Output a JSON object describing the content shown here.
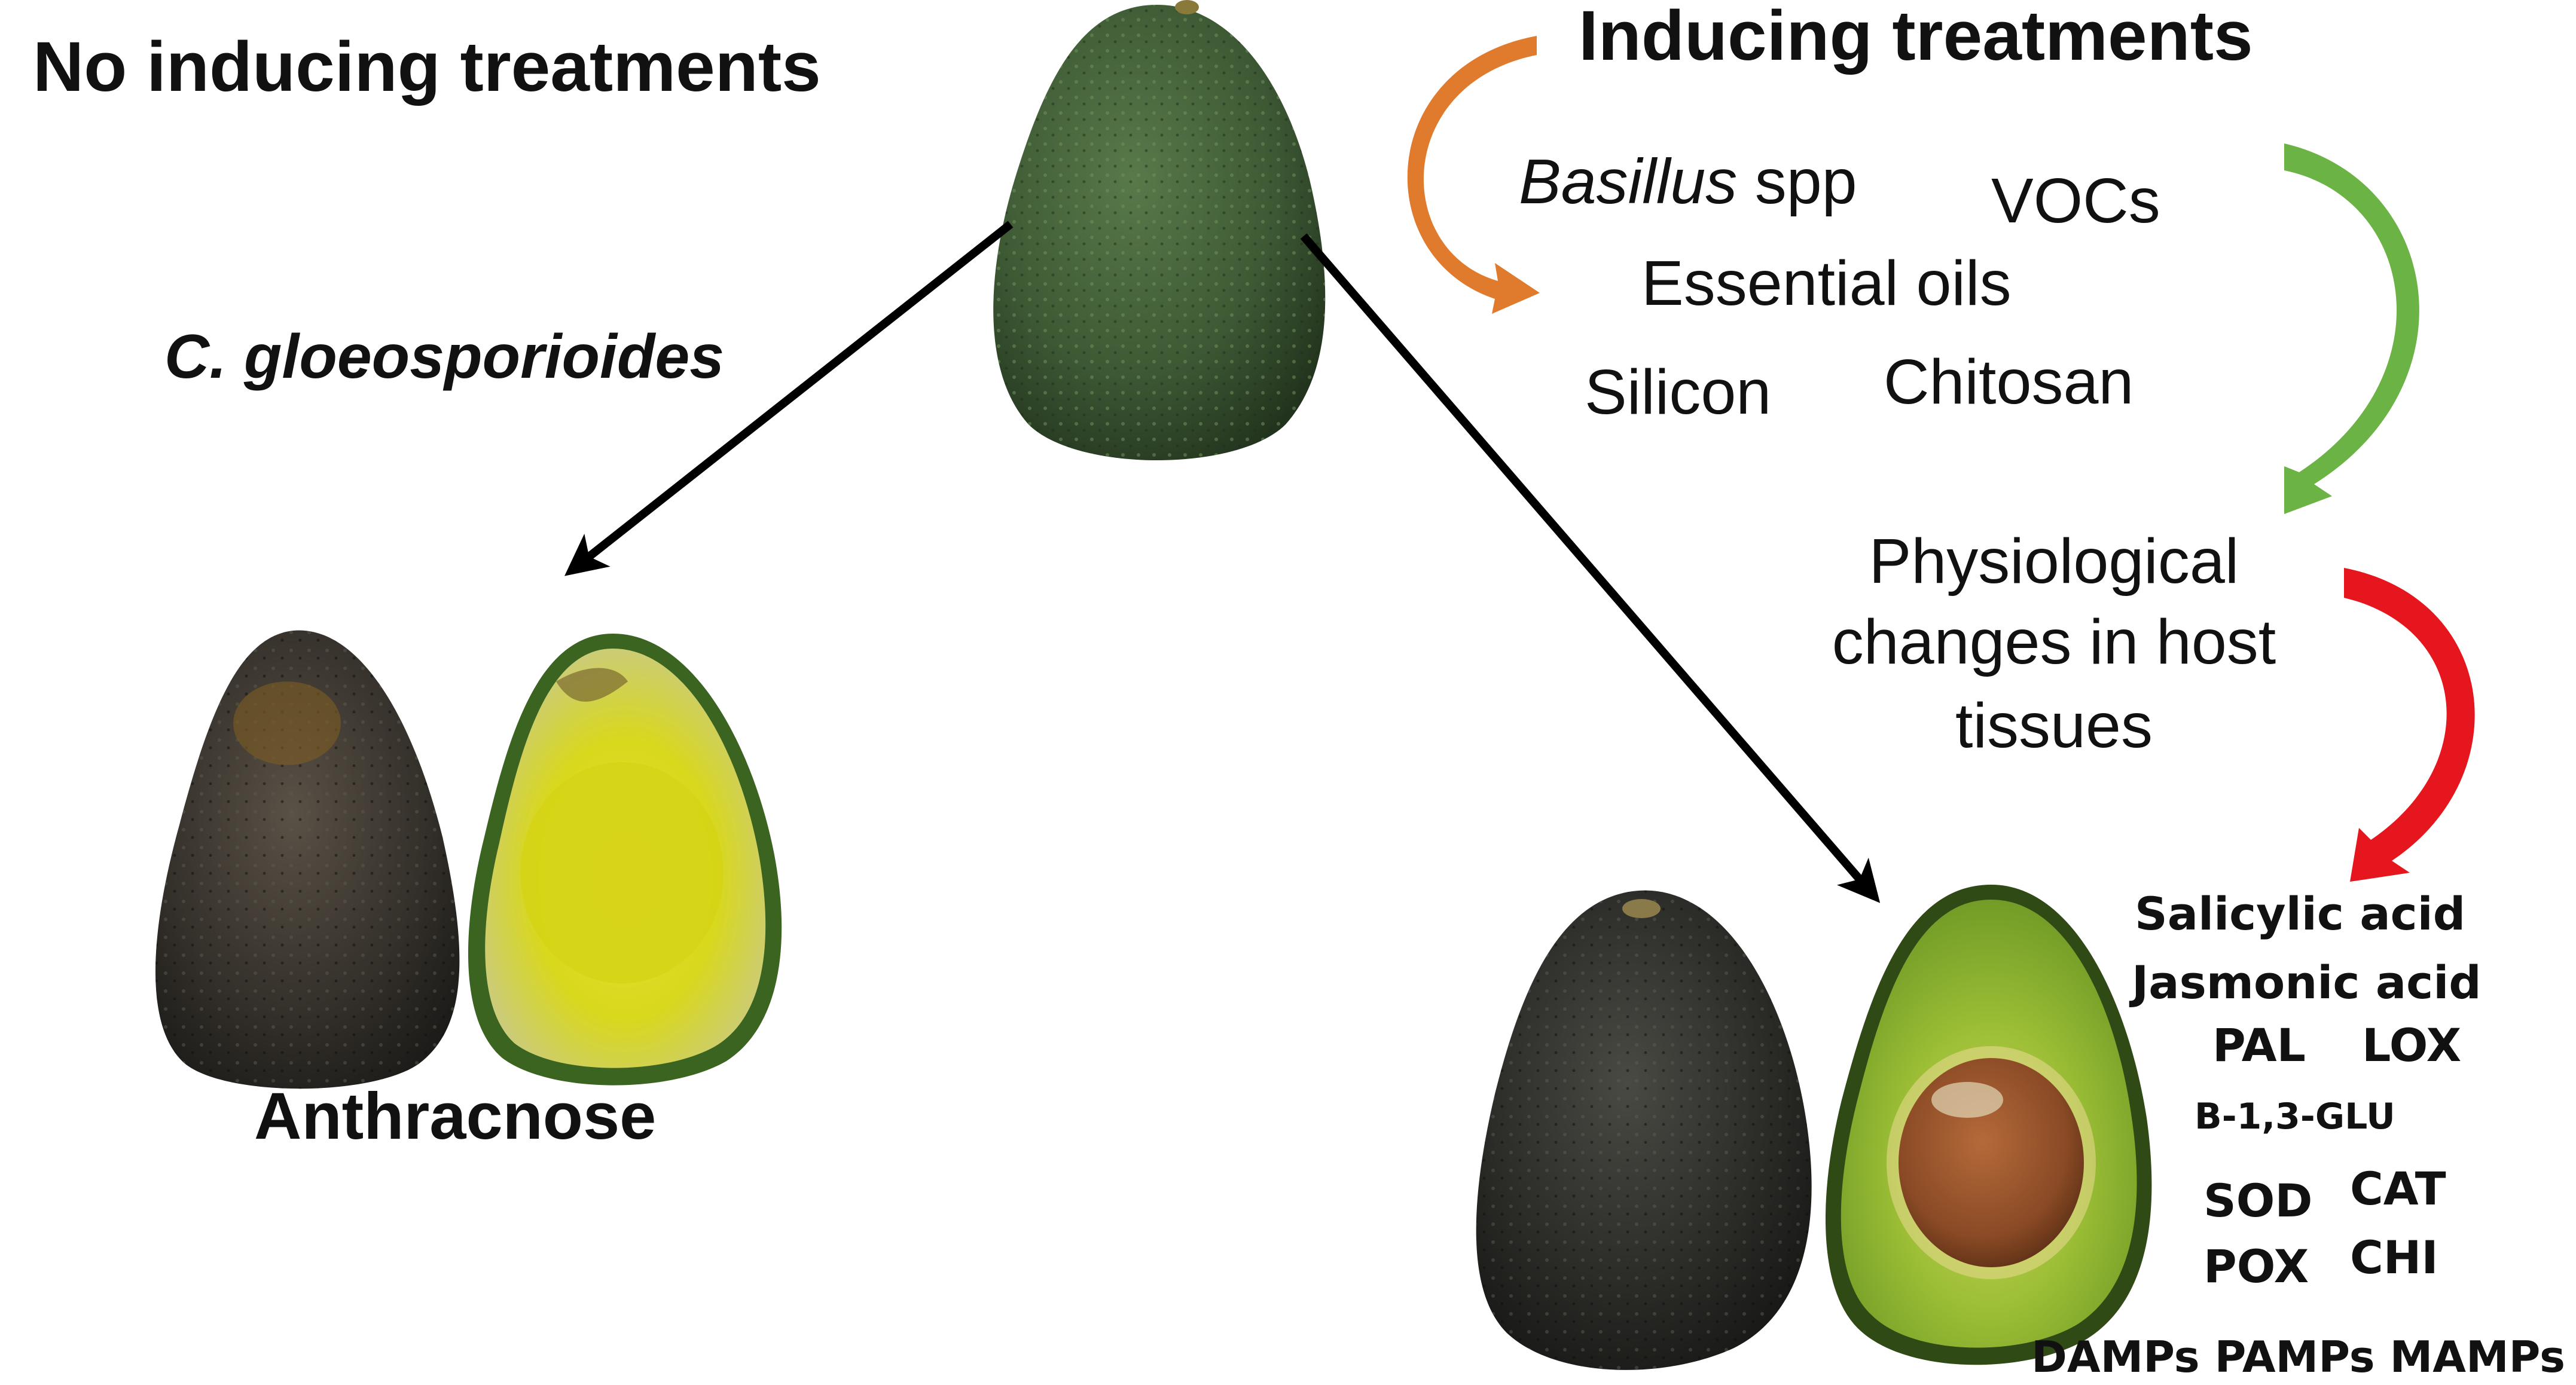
{
  "left_title": "No inducing treatments",
  "pathogen_italic": "C. gloeosporioides",
  "disease_label": "Anthracnose",
  "right_title": "Inducing treatments",
  "treatments": {
    "basillus_italic": "Basillus",
    "basillus_rest": " spp",
    "vocs": "VOCs",
    "essential_oils": "Essential oils",
    "silicon": "Silicon",
    "chitosan": "Chitosan"
  },
  "physio": {
    "line1": "Physiological",
    "line2": "changes in host",
    "line3": "tissues"
  },
  "responses": {
    "salicylic": "Salicylic acid",
    "jasmonic": "Jasmonic acid",
    "pal": "PAL",
    "lox": "LOX",
    "glu": "B-1,3-GLU",
    "sod": "SOD",
    "cat": "CAT",
    "pox": "POX",
    "chi": "CHI",
    "patterns": "DAMPs PAMPs MAMPs"
  },
  "colors": {
    "orange_arrow": "#E07B2E",
    "green_arrow": "#6BB344",
    "red_arrow": "#E5161D",
    "black_arrow": "#000000",
    "avocado_skin_green": "#3E5A35",
    "avocado_skin_dark": "#2B2B28",
    "avocado_flesh_yellow": "#D8D81C",
    "avocado_flesh_green": "#7DA82E",
    "seed_brown": "#8A4A25"
  },
  "icons": [
    "whole-green-avocado",
    "rotten-avocado",
    "infected-avocado-half",
    "healthy-dark-avocado",
    "healthy-avocado-half-with-seed"
  ]
}
